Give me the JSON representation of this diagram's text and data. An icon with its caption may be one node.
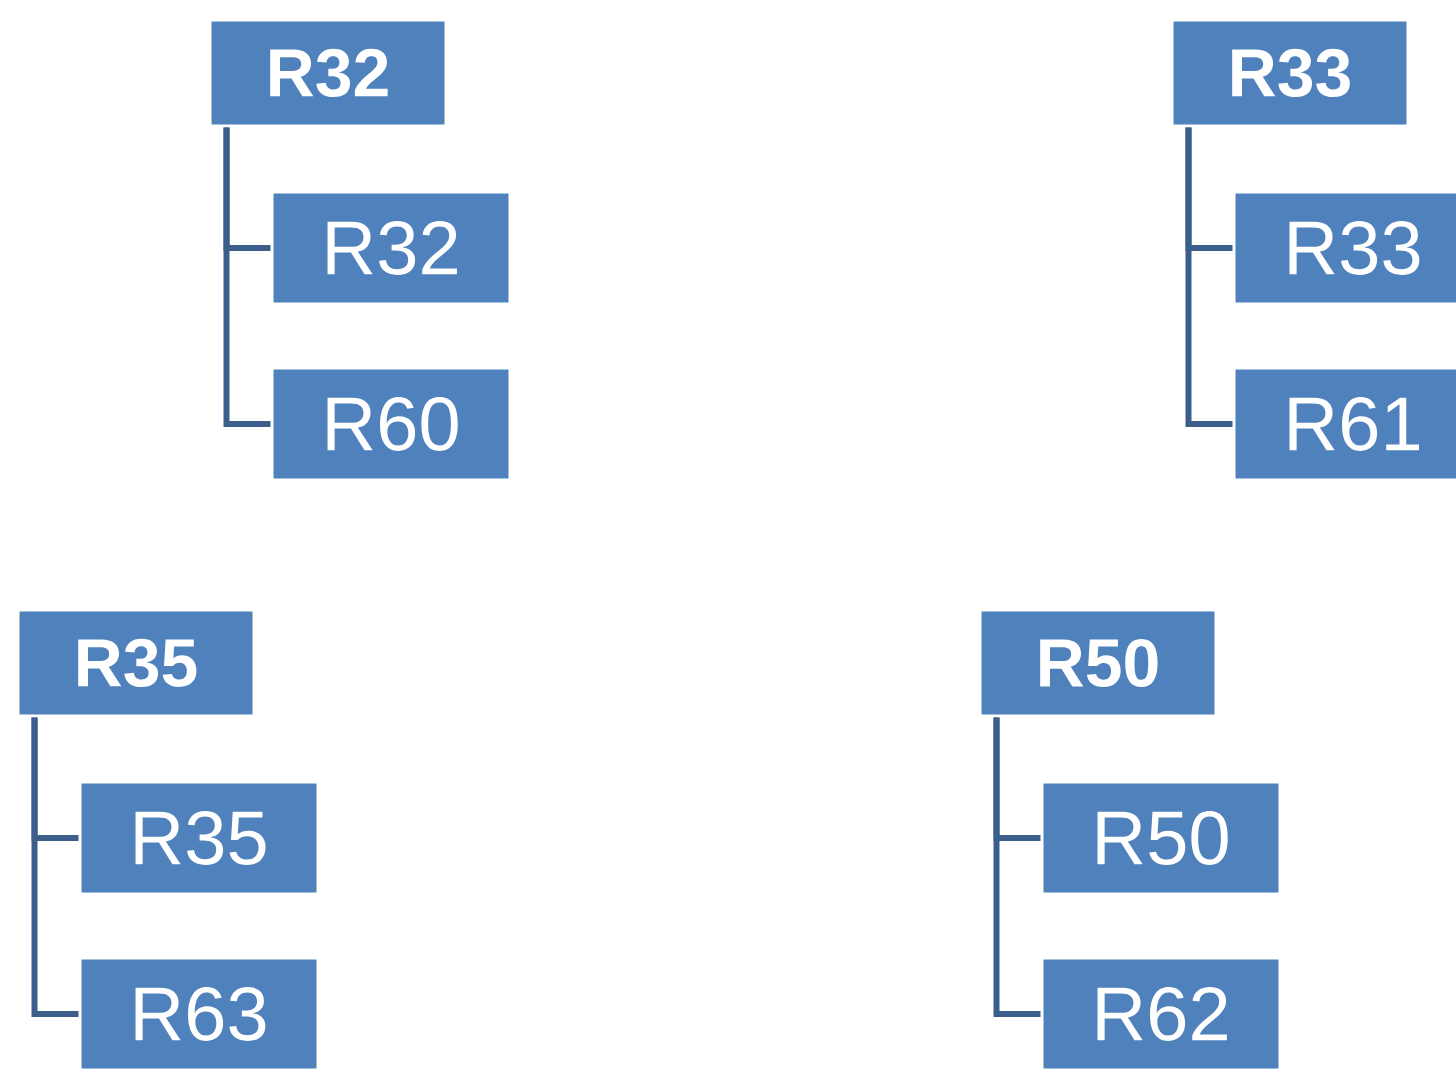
{
  "diagram": {
    "nodes": [
      {
        "text": [
          "R32"
        ]
      },
      {
        "text": [
          "R32"
        ]
      },
      {
        "text": [
          "R60"
        ]
      },
      {
        "text": [
          "R33"
        ]
      },
      {
        "text": [
          "R33"
        ]
      },
      {
        "text": [
          "R61"
        ]
      },
      {
        "text": [
          "R35"
        ]
      },
      {
        "text": [
          "R35"
        ]
      },
      {
        "text": [
          "R63"
        ]
      },
      {
        "text": [
          "R50"
        ]
      },
      {
        "text": [
          "R50"
        ]
      },
      {
        "text": [
          "R62"
        ]
      }
    ],
    "edges": [
      {
        "from": 0,
        "to": 1,
        "arrow": "none"
      },
      {
        "from": 0,
        "to": 2,
        "arrow": "none"
      },
      {
        "from": 3,
        "to": 4,
        "arrow": "none"
      },
      {
        "from": 3,
        "to": 5,
        "arrow": "none"
      },
      {
        "from": 6,
        "to": 7,
        "arrow": "none"
      },
      {
        "from": 6,
        "to": 8,
        "arrow": "none"
      },
      {
        "from": 9,
        "to": 10,
        "arrow": "none"
      },
      {
        "from": 9,
        "to": 11,
        "arrow": "none"
      }
    ]
  }
}
